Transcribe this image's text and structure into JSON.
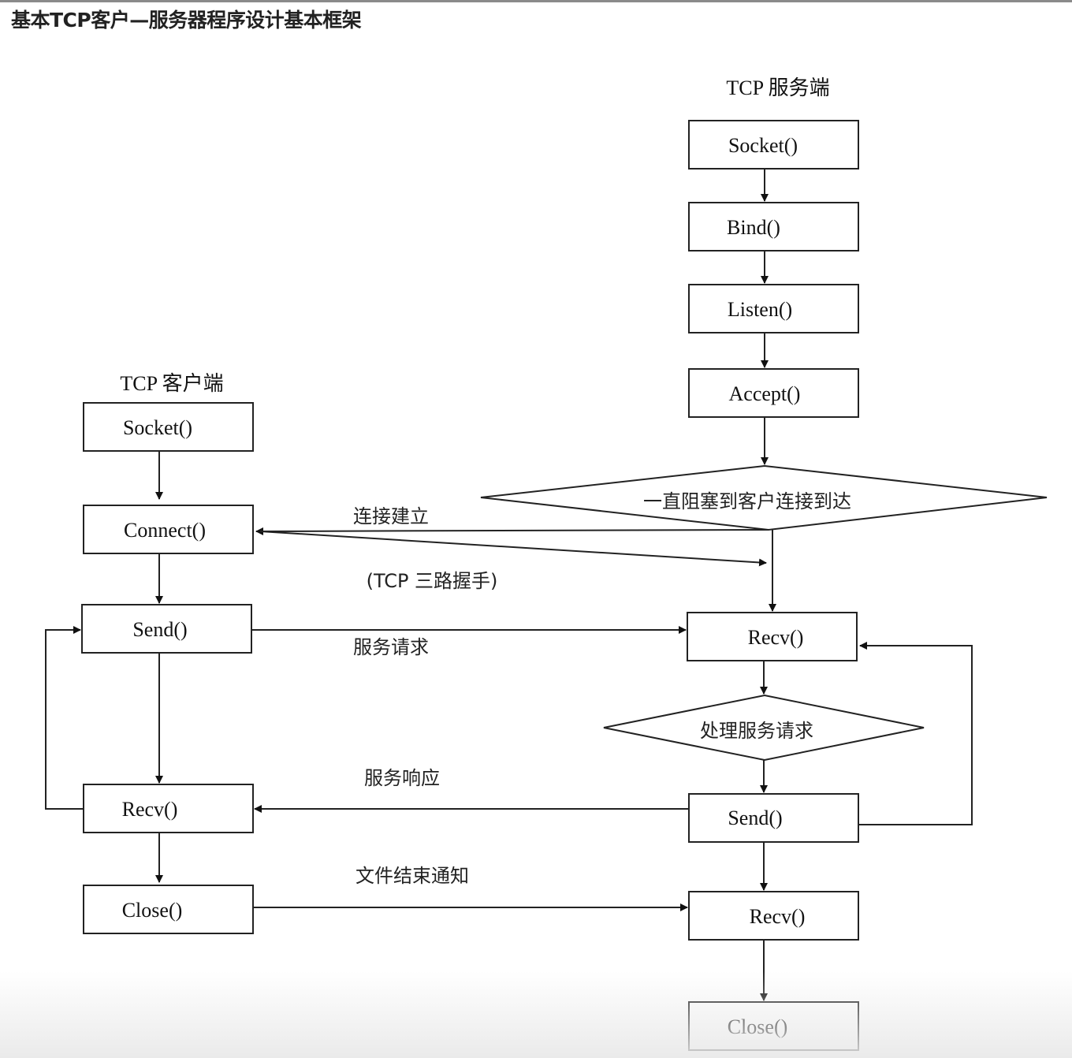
{
  "page": {
    "title": "基本TCP客户—服务器程序设计基本框架"
  },
  "client": {
    "heading": "TCP 客户端",
    "steps": {
      "socket": "Socket()",
      "connect": "Connect()",
      "send": "Send()",
      "recv": "Recv()",
      "close": "Close()"
    }
  },
  "server": {
    "heading": "TCP 服务端",
    "steps": {
      "socket": "Socket()",
      "bind": "Bind()",
      "listen": "Listen()",
      "accept": "Accept()",
      "block": "一直阻塞到客户连接到达",
      "recv1": "Recv()",
      "process": "处理服务请求",
      "send": "Send()",
      "recv2": "Recv()",
      "close": "Close()"
    }
  },
  "messages": {
    "connect_label": "连接建立",
    "handshake_label": "(TCP 三路握手)",
    "request_label": "服务请求",
    "response_label": "服务响应",
    "eof_label": "文件结束通知"
  }
}
